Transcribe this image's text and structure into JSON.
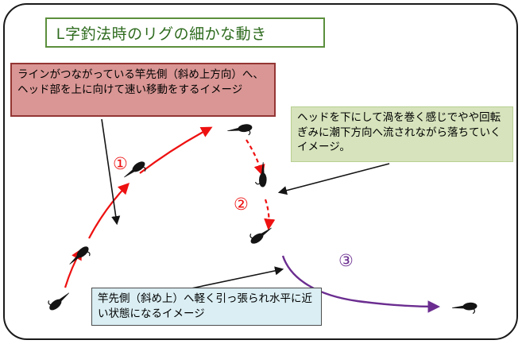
{
  "title": "L字釣法時のリグの細かな動き",
  "callouts": {
    "rise": "ラインがつながっている竿先側（斜め上方向）へ、ヘッド部を上に向けて速い移動をするイメージ",
    "fall": "ヘッドを下にして渦を巻く感じでやや回転ぎみに潮下方向へ流されながら落ちていくイメージ。",
    "horizontal": "竿先側（斜め上）へ軽く引っ張られ水平に近い状態になるイメージ"
  },
  "steps": {
    "s1": "①",
    "s2": "②",
    "s3": "③"
  },
  "colors": {
    "phase1": "#ee1111",
    "phase2": "#ee1111",
    "phase3": "#6b2d90",
    "annotation_arrow": "#141414",
    "jig": "#141414",
    "title_border": "#5b8f3c",
    "title_text": "#2e6b1e",
    "rise_box_bg": "#d99694",
    "rise_box_border": "#943634",
    "fall_box_bg": "#d6e3bc",
    "horizontal_box_bg": "#daeef3"
  }
}
